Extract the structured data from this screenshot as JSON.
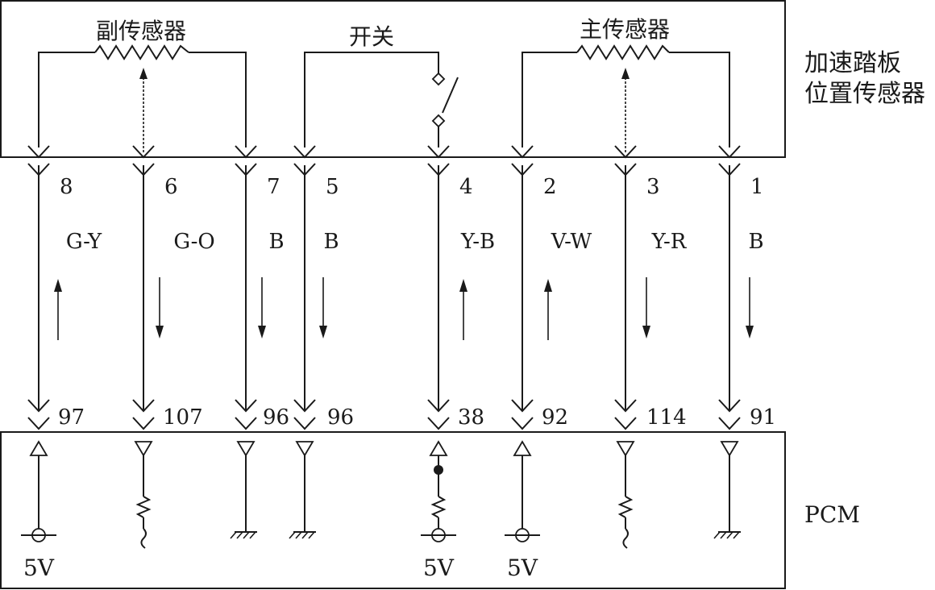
{
  "labels": {
    "sub_sensor": "副传感器",
    "switch": "开关",
    "main_sensor": "主传感器",
    "device_line1": "加速踏板",
    "device_line2": "位置传感器",
    "pcm": "PCM"
  },
  "wires": [
    {
      "id": "w8",
      "pin": "8",
      "color": "G-Y",
      "pcm_pin": "97",
      "current": "up",
      "pcm_end": "supply",
      "supply_label": "5V"
    },
    {
      "id": "w6",
      "pin": "6",
      "color": "G-O",
      "pcm_pin": "107",
      "current": "down",
      "pcm_end": "resistor",
      "supply_label": ""
    },
    {
      "id": "w7",
      "pin": "7",
      "color": "B",
      "pcm_pin": "96",
      "current": "down",
      "pcm_end": "ground",
      "supply_label": ""
    },
    {
      "id": "w5",
      "pin": "5",
      "color": "B",
      "pcm_pin": "96",
      "current": "down",
      "pcm_end": "ground",
      "supply_label": ""
    },
    {
      "id": "w4",
      "pin": "4",
      "color": "Y-B",
      "pcm_pin": "38",
      "current": "up",
      "pcm_end": "pullup",
      "supply_label": "5V"
    },
    {
      "id": "w2",
      "pin": "2",
      "color": "V-W",
      "pcm_pin": "92",
      "current": "up",
      "pcm_end": "supply",
      "supply_label": "5V"
    },
    {
      "id": "w3",
      "pin": "3",
      "color": "Y-R",
      "pcm_pin": "114",
      "current": "down",
      "pcm_end": "resistor",
      "supply_label": ""
    },
    {
      "id": "w1",
      "pin": "1",
      "color": "B",
      "pcm_pin": "91",
      "current": "down",
      "pcm_end": "ground",
      "supply_label": ""
    }
  ]
}
